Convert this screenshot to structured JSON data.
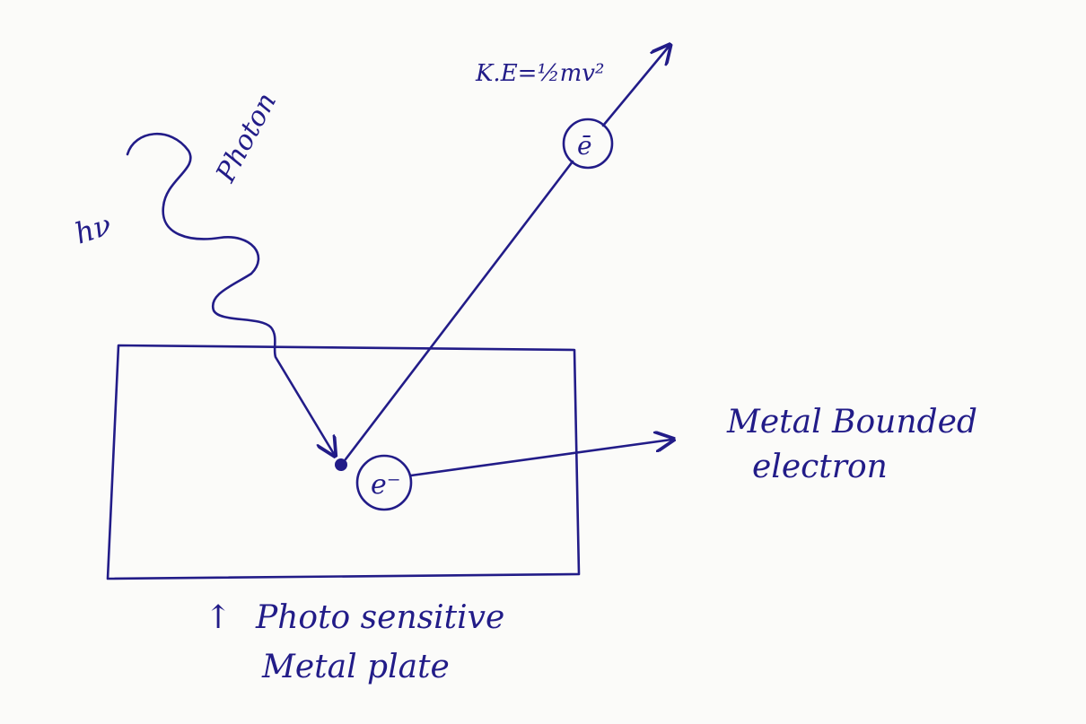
{
  "labels": {
    "photon": "Photon",
    "photon_energy": "hν",
    "kinetic_energy": "K.E=½mv²",
    "emitted_electron": "ē",
    "bound_electron": "e⁻",
    "metal_bounded_line1": "Metal Bounded",
    "metal_bounded_line2": "electron",
    "plate_line1": "Photo sensitive",
    "plate_line2": "Metal plate",
    "plate_arrow": "↑"
  },
  "colors": {
    "ink": "#221c88",
    "paper": "#fbfbf9"
  }
}
